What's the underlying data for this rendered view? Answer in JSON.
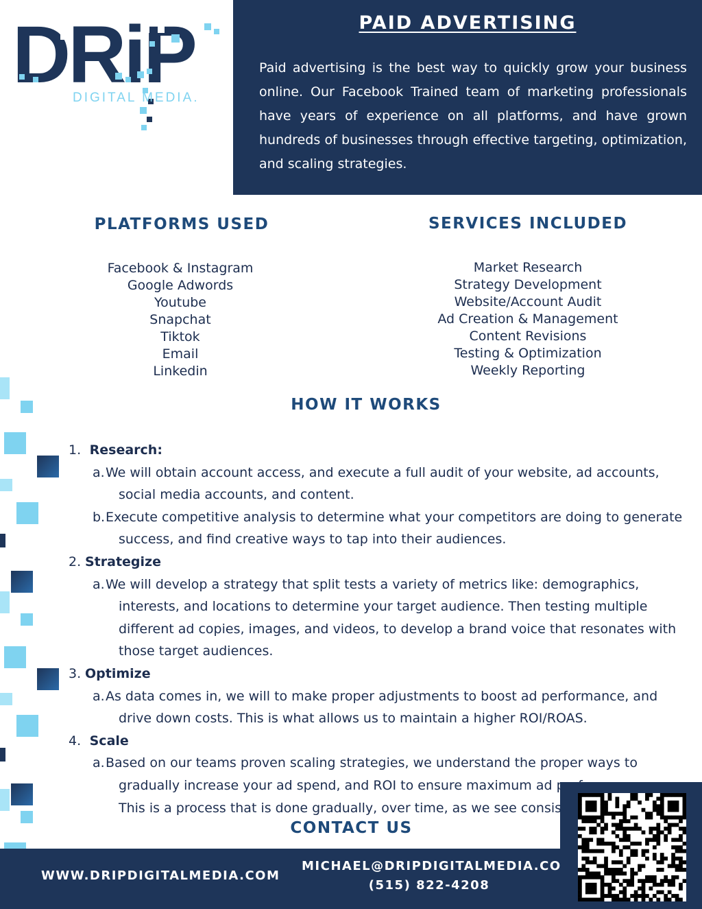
{
  "header": {
    "title": "PAID ADVERTISING",
    "intro": "Paid advertising is the best way to quickly grow your business online. Our Facebook Trained team of marketing professionals have years of experience on all platforms, and have grown hundreds of businesses through effective targeting, optimization, and scaling strategies."
  },
  "logo": {
    "brand": "DRiP",
    "tagline": "DIGITAL MEDIA."
  },
  "platforms": {
    "title": "PLATFORMS USED",
    "items": [
      "Facebook & Instagram",
      "Google Adwords",
      "Youtube",
      "Snapchat",
      "Tiktok",
      "Email",
      "Linkedin"
    ]
  },
  "services": {
    "title": "SERVICES INCLUDED",
    "items": [
      "Market Research",
      "Strategy Development",
      "Website/Account Audit",
      "Ad Creation & Management",
      "Content Revisions",
      "Testing & Optimization",
      "Weekly Reporting"
    ]
  },
  "how_it_works": {
    "title": "HOW IT WORKS",
    "steps": [
      {
        "num": "1.",
        "title": "Research:",
        "subs": [
          {
            "letter": "a.",
            "text": "We will obtain account access, and execute a full audit of your website, ad accounts, social media accounts, and content."
          },
          {
            "letter": "b.",
            "text": "Execute competitive analysis to determine what your competitors are doing to generate success, and find creative ways to tap into their audiences."
          }
        ]
      },
      {
        "num": "2.",
        "title": "Strategize",
        "subs": [
          {
            "letter": "a.",
            "text": "We will develop a strategy that split tests a variety of metrics like: demographics, interests, and locations to determine your target audience. Then testing multiple different ad copies, images, and videos, to develop a brand voice that resonates with those target audiences."
          }
        ]
      },
      {
        "num": "3.",
        "title": "Optimize",
        "subs": [
          {
            "letter": "a.",
            "text": "As data comes in, we will to make proper adjustments to boost ad performance, and drive down costs. This is what allows us to maintain a higher ROI/ROAS."
          }
        ]
      },
      {
        "num": "4.",
        "title": "Scale",
        "subs": [
          {
            "letter": "a.",
            "text": "Based on our teams proven scaling strategies, we understand the proper ways to gradually increase your ad spend, and ROI to ensure maximum ad performance. This is a process that is done gradually, over time, as we see consistency."
          }
        ]
      }
    ]
  },
  "contact": {
    "title": "CONTACT US",
    "website": "WWW.DRIPDIGITALMEDIA.COM",
    "email": "MICHAEL@DRIPDIGITALMEDIA.COM",
    "phone": "(515) 822-4208"
  },
  "colors": {
    "navy": "#1e3559",
    "heading_blue": "#1e4a7a",
    "accent_light_blue": "#7fd3f0"
  },
  "icons": {
    "qr": "qr-code-icon"
  }
}
